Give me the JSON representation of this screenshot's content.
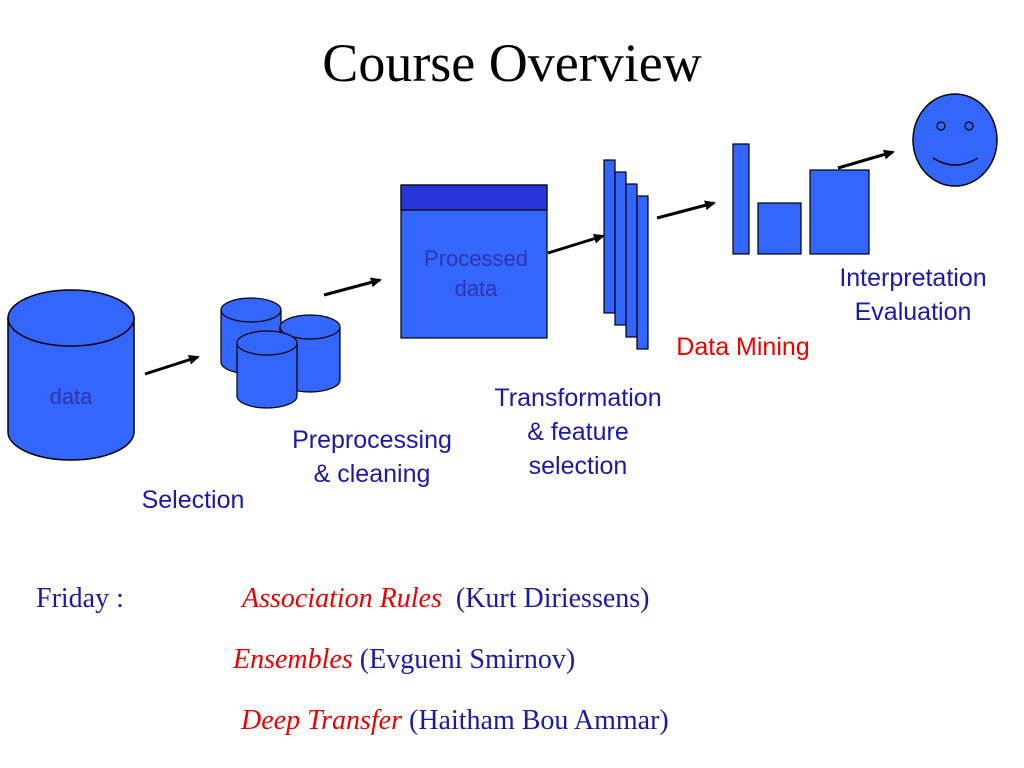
{
  "title": "Course Overview",
  "diagram": {
    "data_store_label": "data",
    "processed_box_label": [
      "Processed",
      "data"
    ],
    "steps": {
      "selection": "Selection",
      "preprocessing": [
        "Preprocessing",
        "& cleaning"
      ],
      "transformation": [
        "Transformation",
        "& feature",
        "selection"
      ],
      "data_mining": "Data Mining",
      "interpretation": [
        "Interpretation",
        "Evaluation"
      ]
    },
    "colors": {
      "shape_fill": "#3366ff",
      "shape_dark": "#2a36d9",
      "label_blue": "#1a1aa8",
      "accent_red": "#ee0000",
      "face_fill": "#3366ff"
    }
  },
  "schedule": {
    "day": "Friday :",
    "items": [
      {
        "topic": "Association Rules",
        "speaker": "(Kurt Diriessens)"
      },
      {
        "topic": "Ensembles",
        "speaker": "(Evgueni Smirnov)"
      },
      {
        "topic": "Deep Transfer",
        "speaker": "(Haitham Bou Ammar)"
      }
    ]
  }
}
